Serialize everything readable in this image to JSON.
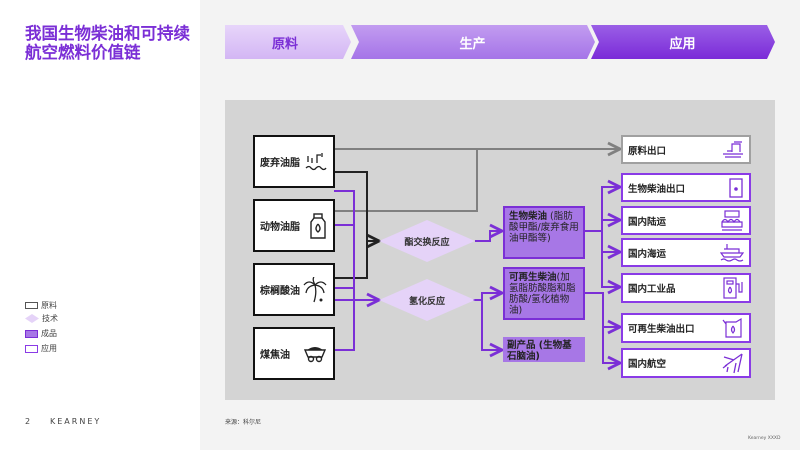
{
  "title": "我国生物柴油和可持续航空燃料价值链",
  "stages": [
    "原料",
    "生产",
    "应用"
  ],
  "sources": [
    {
      "label": "废弃油脂",
      "icon": "waste-oil-icon"
    },
    {
      "label": "动物油脂",
      "icon": "oil-bottle-icon"
    },
    {
      "label": "棕榈酸油",
      "icon": "palm-tree-icon"
    },
    {
      "label": "煤焦油",
      "icon": "coal-cart-icon"
    }
  ],
  "processes": [
    "酯交换反应",
    "氢化反应"
  ],
  "products": [
    {
      "bold": "生物柴油",
      "rest": " (脂肪酸甲酯/废弃食用油甲酯等)"
    },
    {
      "bold": "可再生柴油",
      "rest": "(加氢脂肪酸脂和脂肪酸/氢化植物油)"
    },
    {
      "bold": "副产品 (生物基石脑油)",
      "rest": ""
    }
  ],
  "applications": [
    {
      "label": "原料出口",
      "icon": "ship-port-icon"
    },
    {
      "label": "生物柴油出口",
      "icon": "barrel-icon"
    },
    {
      "label": "国内陆运",
      "icon": "truck-icon"
    },
    {
      "label": "国内海运",
      "icon": "ship-icon"
    },
    {
      "label": "国内工业品",
      "icon": "fuel-pump-icon"
    },
    {
      "label": "可再生柴油出口",
      "icon": "jerrycan-icon"
    },
    {
      "label": "国内航空",
      "icon": "airplane-icon"
    }
  ],
  "legend": [
    "原料",
    "技术",
    "成品",
    "应用"
  ],
  "page_number": "2",
  "brand": "KEARNEY",
  "source": "来源：科尔尼",
  "footer_right": "Kearney XXXD",
  "colors": {
    "purple": "#7b2fd6",
    "product": "#a777e6",
    "tech": "#e5d3f8",
    "gray": "#808080"
  }
}
